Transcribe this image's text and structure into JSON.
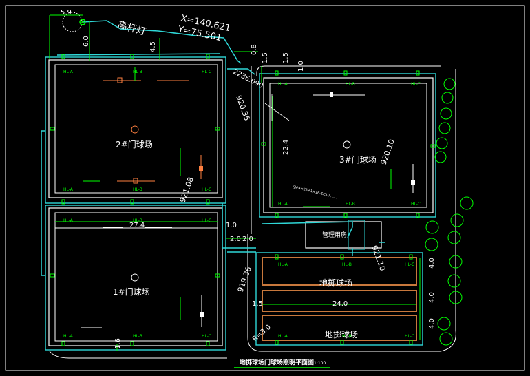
{
  "labels": {
    "court2": "2#门球场",
    "court1": "1#门球场",
    "court3": "3#门球场",
    "dizhi1": "地掷球场",
    "dizhi2": "地掷球场",
    "mgmt": "管理用房",
    "pole": "高杆灯",
    "coord_x": "X=140.621",
    "coord_y": "Y=75.501",
    "title": "地掷球场门球场照明平面图",
    "scale": "1:100"
  },
  "dims": {
    "d59": "5.9",
    "d60": "6.0",
    "d45": "4.5",
    "d08": "0.8",
    "d15a": "1.5",
    "d15b": "1.5",
    "d10a": "1.0",
    "d2236": "2236.090",
    "d274": "27.4",
    "d10b": "1.0",
    "d20a": "2.0",
    "d20b": "2.0",
    "d224": "22.4",
    "d15c": "1.5",
    "d240": "24.0",
    "r30": "R=3.0",
    "d16": "1.6",
    "d40a": "4.0",
    "d40b": "4.0",
    "d40c": "4.0"
  },
  "elevations": {
    "e1": "920.35",
    "e2": "921.08",
    "e3": "920.10",
    "e4": "919.36",
    "e5": "921.10"
  },
  "fixtures": {
    "f_a": "HL-A",
    "f_b": "HL-B",
    "f_c": "HL-C"
  },
  "note": "YJV-4×25+1×16-SC50 ……"
}
